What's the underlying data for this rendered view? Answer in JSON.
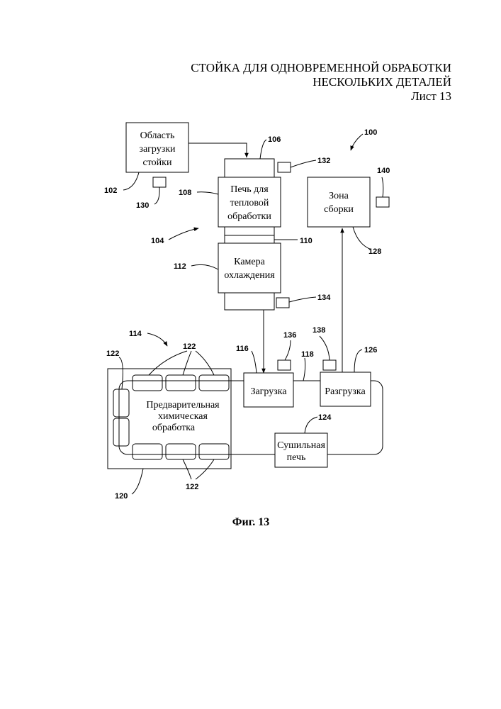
{
  "header": {
    "line1": "СТОЙКА ДЛЯ ОДНОВРЕМЕННОЙ ОБРАБОТКИ",
    "line2": "НЕСКОЛЬКИХ ДЕТАЛЕЙ",
    "sheet": "Лист 13"
  },
  "blocks": {
    "loading_area": [
      "Область",
      "загрузки",
      "стойки"
    ],
    "furnace": [
      "Печь для",
      "тепловой",
      "обработки"
    ],
    "assembly": [
      "Зона",
      "сборки"
    ],
    "cooling": [
      "Камера",
      "охлаждения"
    ],
    "pretreatment": [
      "Предварительная",
      "химическая",
      "обработка"
    ],
    "load": "Загрузка",
    "unload": "Разгрузка",
    "dryer": [
      "Сушильная",
      "печь"
    ]
  },
  "refs": {
    "r100": "100",
    "r102": "102",
    "r104": "104",
    "r106": "106",
    "r108": "108",
    "r110": "110",
    "r112": "112",
    "r114": "114",
    "r116": "116",
    "r118": "118",
    "r120": "120",
    "r122a": "122",
    "r122b": "122",
    "r122c": "122",
    "r124": "124",
    "r126": "126",
    "r128": "128",
    "r130": "130",
    "r132": "132",
    "r134": "134",
    "r136": "136",
    "r138": "138",
    "r140": "140"
  },
  "caption": "Фиг. 13"
}
